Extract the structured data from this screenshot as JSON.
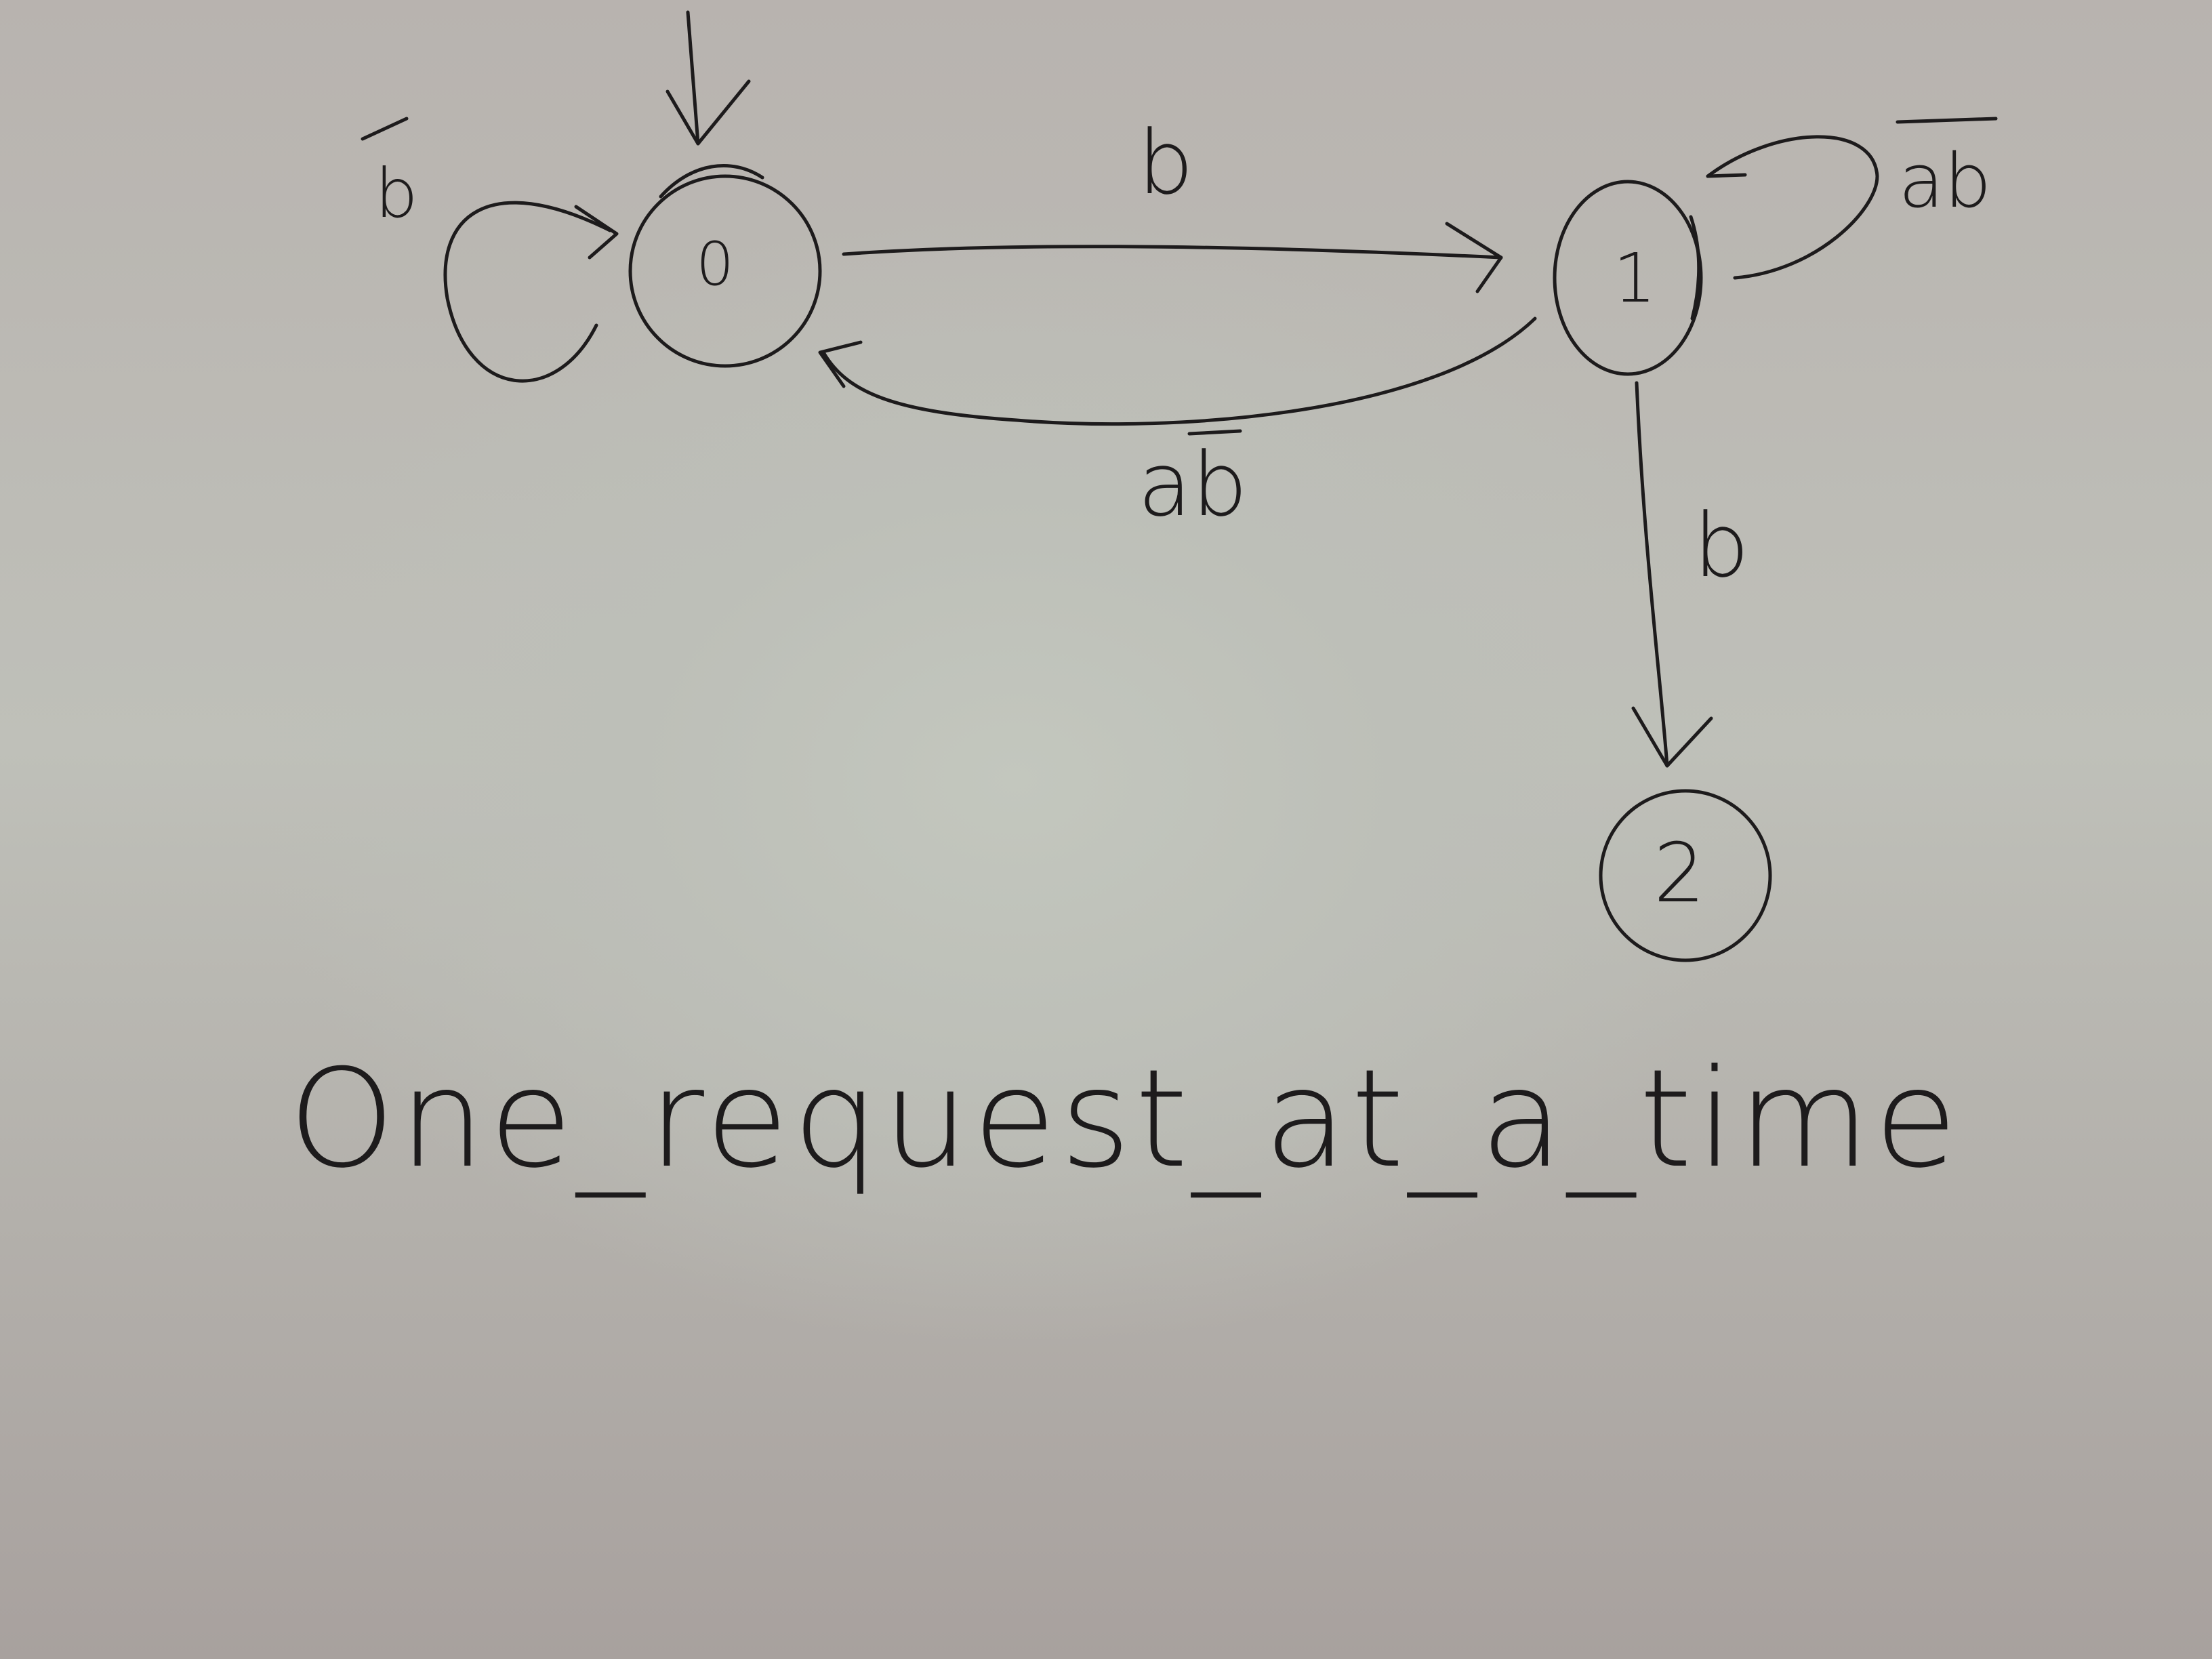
{
  "diagram": {
    "title": "One_request_at_a_time",
    "states": [
      {
        "id": "state-0",
        "label": "0"
      },
      {
        "id": "state-1",
        "label": "1"
      },
      {
        "id": "state-2",
        "label": "2"
      }
    ],
    "transitions": {
      "self_0": "b",
      "zero_to_one": "b",
      "one_to_zero": "ab",
      "self_1": "ab",
      "one_to_two": "b"
    },
    "colors": {
      "ink": "#1d1b1c",
      "board": "#bfc0b9"
    }
  }
}
